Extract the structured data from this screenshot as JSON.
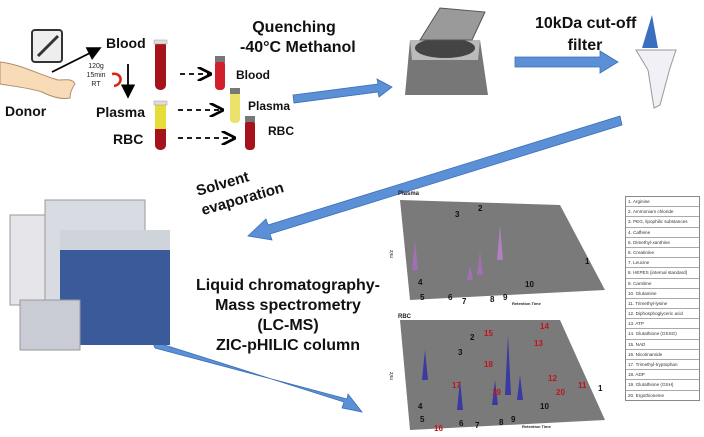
{
  "sampling": {
    "donor": "Donor",
    "blood": "Blood",
    "centrifuge_conditions": [
      "120g",
      "15min",
      "RT"
    ],
    "plasma": "Plasma",
    "rbc": "RBC",
    "aliquot_blood": "Blood",
    "aliquot_plasma": "Plasma",
    "aliquot_rbc": "RBC"
  },
  "steps": {
    "quenching": [
      "Quenching",
      "-40°C Methanol"
    ],
    "filter": [
      "10kDa cut-off",
      "filter"
    ],
    "evaporation": [
      "Solvent",
      "evaporation"
    ],
    "analysis": [
      "Liquid chromatography-",
      "Mass spectrometry",
      "(LC-MS)",
      "ZIC-pHILIC column"
    ]
  },
  "colors": {
    "arrow": "#5b8fd6",
    "blood": "#a5121c",
    "plasma": "#e6dc3a",
    "chromatogram": "#7a7a7a",
    "red_label": "#c0141c"
  },
  "chromatograms": {
    "plasma": {
      "title": "Plasma",
      "xlabel": "Retention Time",
      "ylabel": "m/z",
      "peaks": [
        "1",
        "2",
        "3",
        "4",
        "5",
        "6",
        "7",
        "8",
        "9",
        "10"
      ]
    },
    "rbc": {
      "title": "RBC",
      "xlabel": "Retention Time",
      "ylabel": "m/z",
      "black_peaks": [
        "1",
        "2",
        "3",
        "4",
        "5",
        "6",
        "7",
        "8",
        "9",
        "10"
      ],
      "red_peaks": [
        "11",
        "12",
        "13",
        "14",
        "15",
        "16",
        "17",
        "18",
        "19",
        "20"
      ]
    }
  },
  "legend": [
    "1. Arginine",
    "2. Ammonium chloride",
    "3. PEG, lipophilic substances",
    "4. Caffeine",
    "5. Dimethyl-xanthine",
    "6. Creatinine",
    "7. Leucine",
    "8. HEPES (internal standard)",
    "9. Carnitine",
    "10. Glutamine",
    "11. Trimethyl-lysine",
    "12. Diphosphoglyceric acid",
    "13. ATP",
    "14. Glutathione (GSSG)",
    "15. NAD",
    "16. Nicotinamide",
    "17. Trimethyl-tryptophan",
    "18. ADP",
    "19. Glutathione (GSH)",
    "20. Ergothioneine"
  ]
}
